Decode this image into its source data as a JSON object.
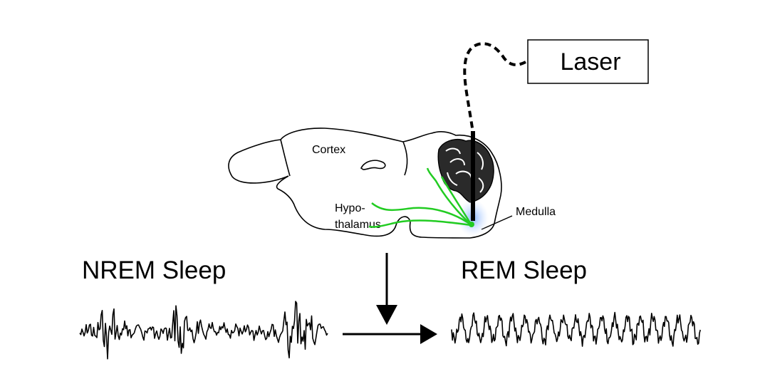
{
  "laser": {
    "label": "Laser"
  },
  "brain": {
    "cortex_label": "Cortex",
    "hypothalamus_label_line1": "Hypo-",
    "hypothalamus_label_line2": "thalamus",
    "medulla_label": "Medulla"
  },
  "states": {
    "before_label": "NREM Sleep",
    "after_label": "REM Sleep"
  },
  "colors": {
    "projection": "#22cc22",
    "stimulation_glow": "#9cc4ff",
    "ink": "#000000"
  }
}
